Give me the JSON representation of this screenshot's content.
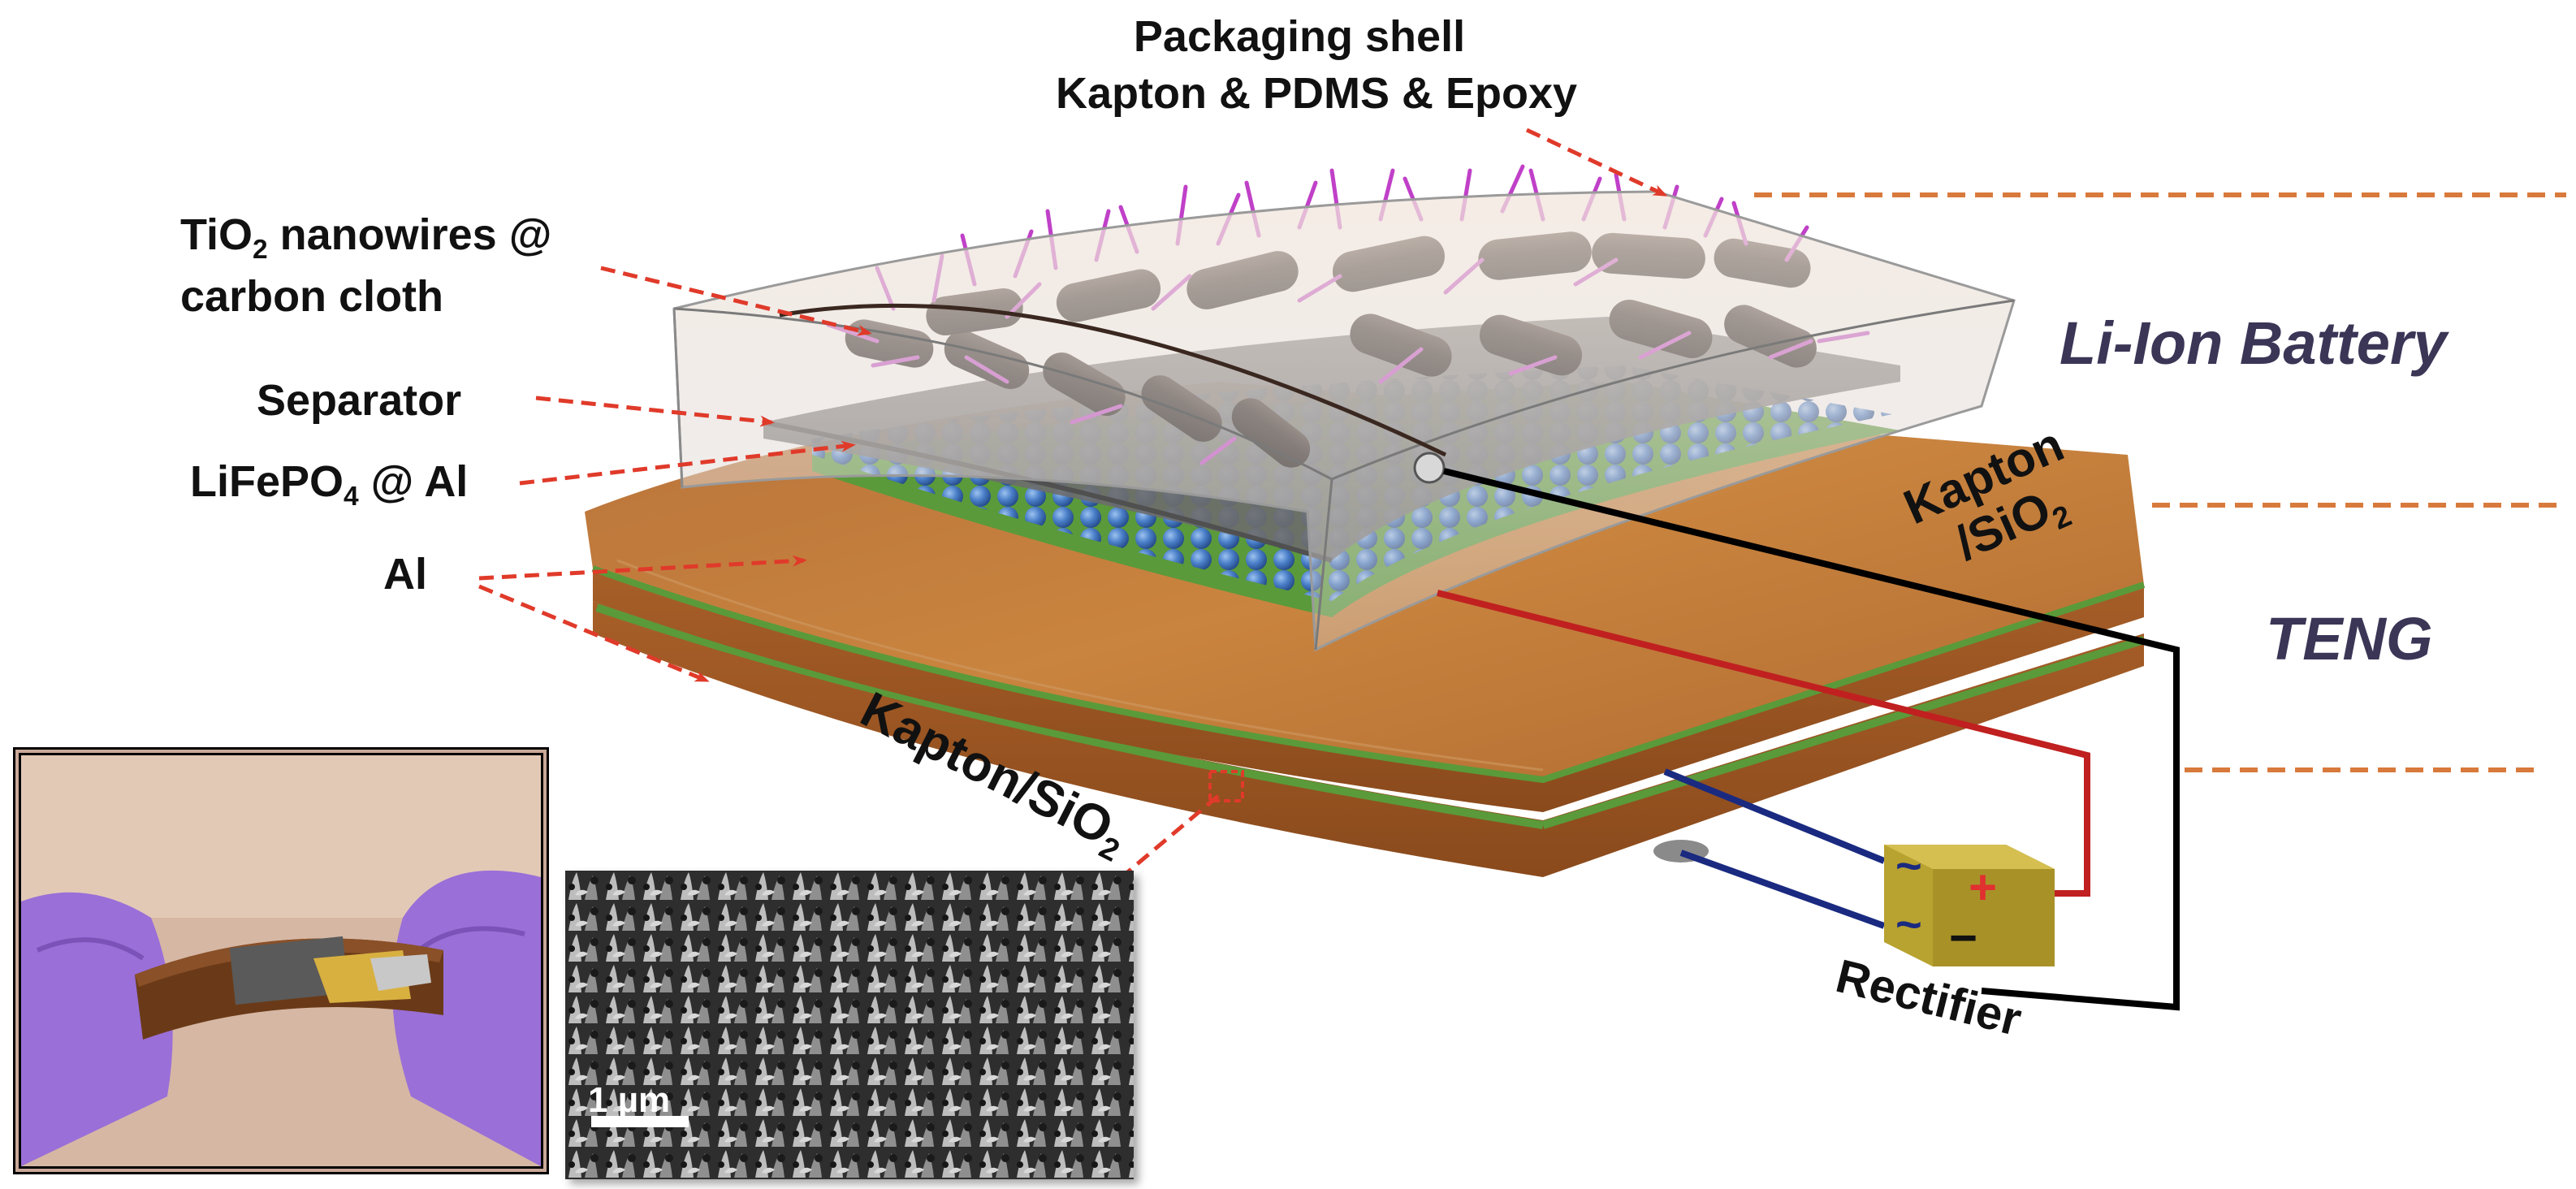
{
  "labels": {
    "packaging_line1": "Packaging shell",
    "packaging_line2": "Kapton & PDMS & Epoxy",
    "tio2_main": "TiO",
    "tio2_sub": "2",
    "tio2_rest": " nanowires @",
    "tio2_line2": "carbon cloth",
    "separator": "Separator",
    "lifepo4_main": "LiFePO",
    "lifepo4_sub": "4",
    "lifepo4_rest": " @ Al",
    "al": "Al",
    "kapton_right_line1": "Kapton",
    "kapton_right_line2_main": "/SiO",
    "kapton_right_line2_sub": "2",
    "kapton_left_main": "Kapton/SiO",
    "kapton_left_sub": "2",
    "rectifier": "Rectifier",
    "rectifier_plus": "+",
    "rectifier_minus": "−",
    "rectifier_tilde": "~",
    "scale_bar": "1 µm"
  },
  "sections": {
    "battery": "Li-Ion Battery",
    "teng": "TENG"
  },
  "colors": {
    "arrow": "#e03a2a",
    "dashed_divider": "#d87a3c",
    "section_text": "#3b3556",
    "kapton_orange": "#c07a3a",
    "nanowire_magenta": "#c040c8",
    "sphere_blue": "#4a7fc8",
    "electrode_green": "#5a9a3a",
    "wire_red": "#c02020",
    "wire_blue": "#1a2a80",
    "rectifier_gold": "#b8a230"
  }
}
